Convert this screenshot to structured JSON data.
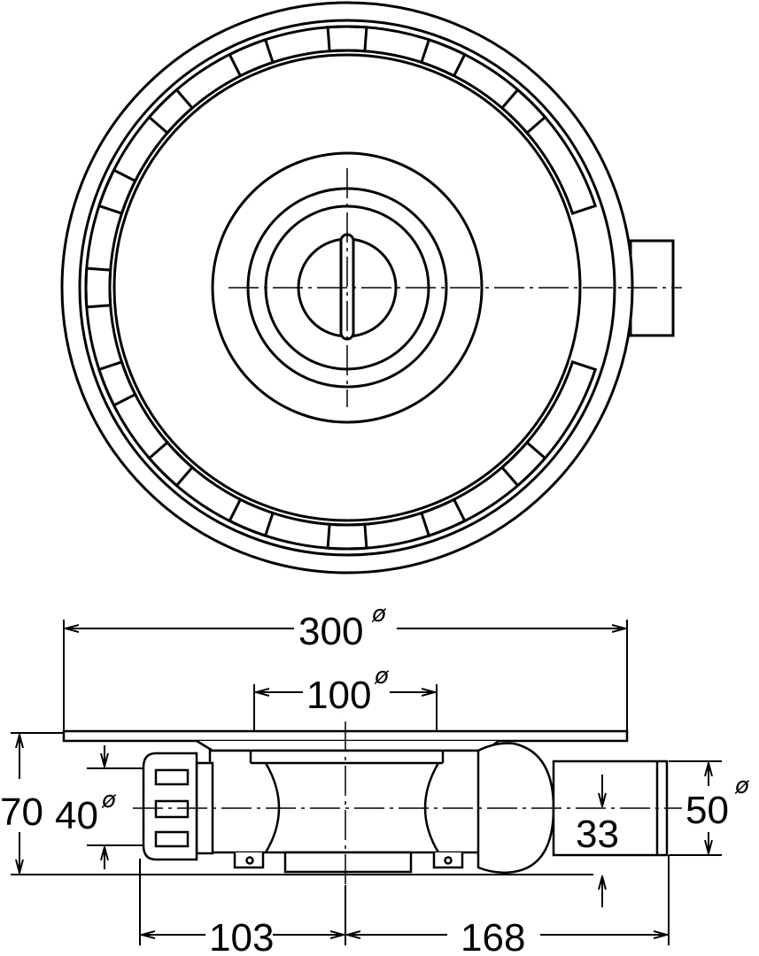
{
  "colors": {
    "line": "#000000",
    "fill": "#ffffff"
  },
  "plan_view": {},
  "section_view": {
    "dimensions": {
      "total_diameter": "300",
      "grate_diameter": "100",
      "height": "70",
      "inlet_diameter": "40",
      "outlet_diameter": "50",
      "outlet_offset": "33",
      "left_length": "103",
      "right_length": "168"
    },
    "diameter_symbol": "ø"
  }
}
